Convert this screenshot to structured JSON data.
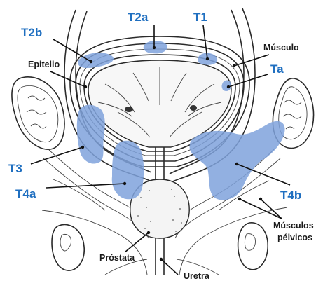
{
  "colors": {
    "tumor": "#7fa2dc",
    "stage_label": "#1f6fc0",
    "anatomy_label": "#1a1a1a",
    "outline": "#2a2a2a"
  },
  "stage_labels": {
    "t2b": "T2b",
    "t2a": "T2a",
    "t1": "T1",
    "ta": "Ta",
    "t3": "T3",
    "t4a": "T4a",
    "t4b": "T4b"
  },
  "anatomy_labels": {
    "epitelio": "Epitelio",
    "musculo": "Músculo",
    "musculos_pelvicos_line1": "Músculos",
    "musculos_pelvicos_line2": "pélvicos",
    "prostata": "Próstata",
    "uretra": "Uretra"
  }
}
